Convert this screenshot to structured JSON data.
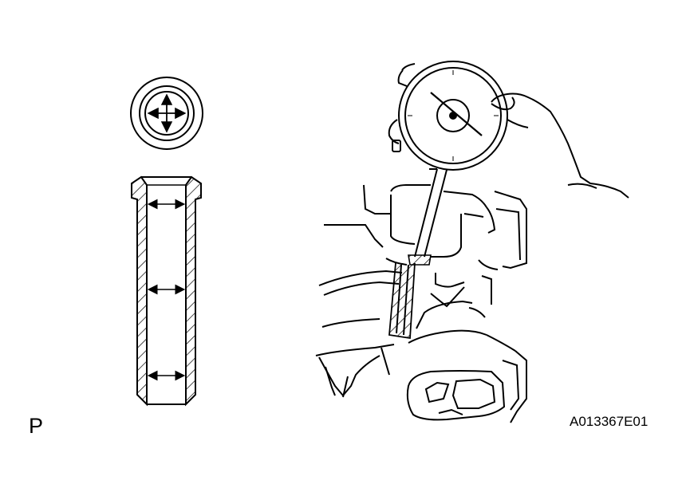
{
  "figure": {
    "view_label": "P",
    "figure_id": "A013367E01"
  },
  "colors": {
    "line": "#000000",
    "background": "#ffffff"
  },
  "illustration": {
    "left_part": "valve-guide-bushing",
    "right_part": "dial-indicator-caliper-gauge"
  }
}
